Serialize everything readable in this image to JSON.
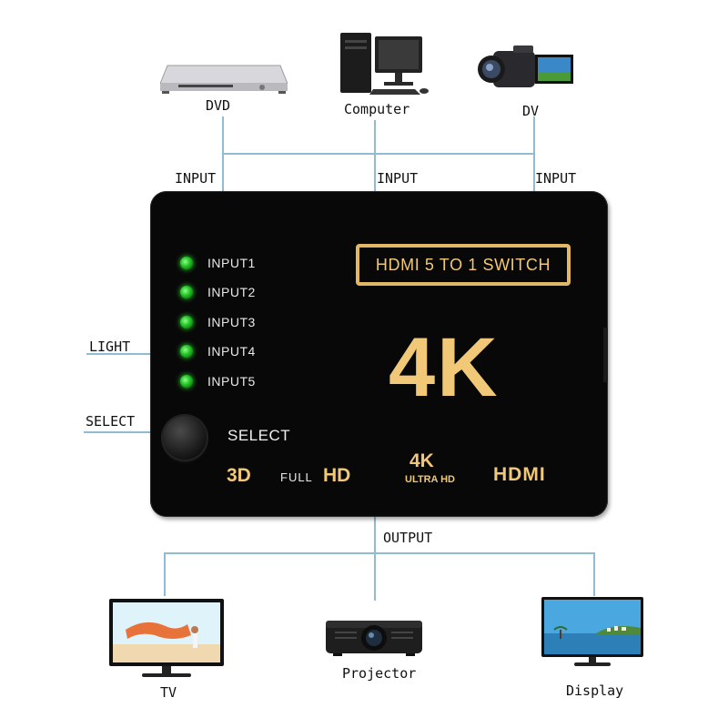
{
  "inputs": {
    "dvd": "DVD",
    "computer": "Computer",
    "dv": "DV",
    "input_label": "INPUT"
  },
  "annotations": {
    "light": "LIGHT",
    "select": "SELECT",
    "output": "OUTPUT"
  },
  "device": {
    "leds": [
      "INPUT1",
      "INPUT2",
      "INPUT3",
      "INPUT4",
      "INPUT5"
    ],
    "title_badge": "HDMI 5 TO 1 SWITCH",
    "big_4k": "4K",
    "select_button": "SELECT",
    "logo_3d": "3D",
    "logo_full": "FULL",
    "logo_hd": "HD",
    "logo_4k": "4K",
    "logo_ultra": "ULTRA HD",
    "logo_hdmi": "HDMI"
  },
  "outputs": {
    "tv": "TV",
    "projector": "Projector",
    "display": "Display"
  },
  "colors": {
    "wire": "#8fbcd0",
    "gold": "#e2b866",
    "led_green": "#22c022",
    "device_body": "#080808"
  }
}
